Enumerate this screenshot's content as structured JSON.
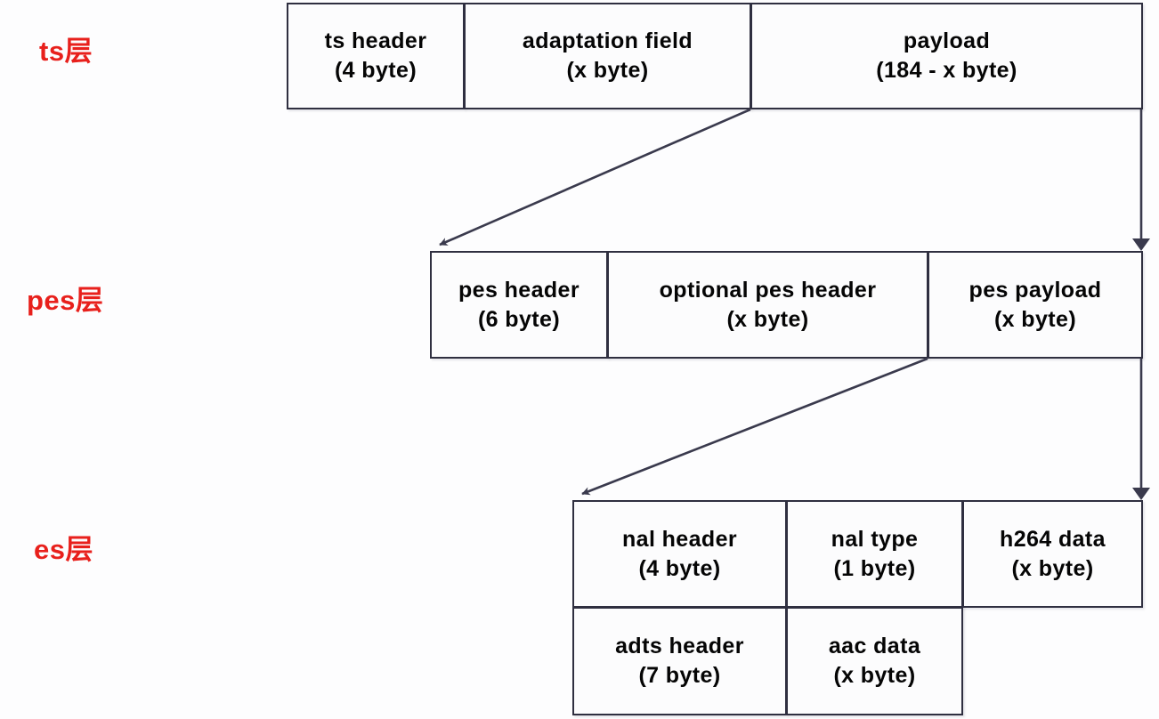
{
  "diagram": {
    "title_present": false,
    "colors": {
      "label_red": "#e8201c",
      "box_border": "#2f2f40",
      "box_fill": "#fcfcfd",
      "arrow": "#3a3a4d",
      "background": "#fdfdfe"
    },
    "layers": [
      {
        "id": "ts",
        "label": "ts层",
        "rows": [
          {
            "cells": [
              {
                "name": "ts-header",
                "line1": "ts  header",
                "line2": "(4 byte)"
              },
              {
                "name": "adaptation-field",
                "line1": "adaptation field",
                "line2": "(x byte)"
              },
              {
                "name": "payload",
                "line1": "payload",
                "line2": "(184 - x byte)"
              }
            ]
          }
        ]
      },
      {
        "id": "pes",
        "label": "pes层",
        "rows": [
          {
            "cells": [
              {
                "name": "pes-header",
                "line1": "pes  header",
                "line2": "(6 byte)"
              },
              {
                "name": "optional-pes-header",
                "line1": "optional pes  header",
                "line2": "(x byte)"
              },
              {
                "name": "pes-payload",
                "line1": "pes  payload",
                "line2": "(x byte)"
              }
            ]
          }
        ]
      },
      {
        "id": "es",
        "label": "es层",
        "rows": [
          {
            "cells": [
              {
                "name": "nal-header",
                "line1": "nal  header",
                "line2": "(4 byte)"
              },
              {
                "name": "nal-type",
                "line1": "nal  type",
                "line2": "(1 byte)"
              },
              {
                "name": "h264-data",
                "line1": "h264  data",
                "line2": "(x byte)"
              }
            ]
          },
          {
            "cells": [
              {
                "name": "adts-header",
                "line1": "adts  header",
                "line2": "(7 byte)"
              },
              {
                "name": "aac-data",
                "line1": "aac  data",
                "line2": "(x byte)"
              },
              {
                "name": "es-row2-empty",
                "line1": "",
                "line2": ""
              }
            ]
          }
        ]
      }
    ],
    "connectors": [
      {
        "name": "ts-payload-to-pes-diagonal",
        "from": "ts.payload.bottom-left",
        "to": "pes.row.top-left",
        "style": "solid-arrow"
      },
      {
        "name": "ts-payload-to-pes-vertical",
        "from": "ts.payload.bottom-right",
        "to": "pes.row.top-right",
        "style": "solid-arrow"
      },
      {
        "name": "pes-payload-to-es-diagonal",
        "from": "pes.payload.bottom-left",
        "to": "es.row.top-left",
        "style": "solid-arrow"
      },
      {
        "name": "pes-payload-to-es-vertical",
        "from": "pes.payload.bottom-right",
        "to": "es.row.top-right",
        "style": "solid-arrow"
      }
    ]
  }
}
